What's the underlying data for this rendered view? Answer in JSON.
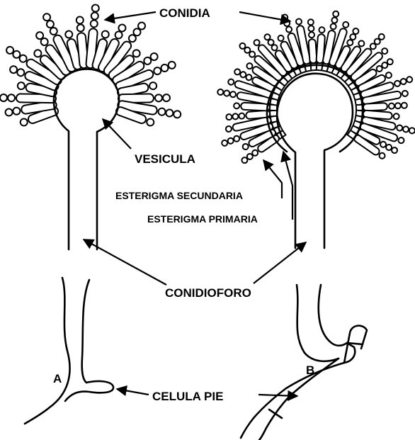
{
  "labels": {
    "conidia": "CONIDIA",
    "vesicula": "VESICULA",
    "esterigma_secundaria": "ESTERIGMA SECUNDARIA",
    "esterigma_primaria": "ESTERIGMA PRIMARIA",
    "conidioforo": "CONIDIOFORO",
    "celula_pie": "CELULA PIE",
    "letter_a": "A",
    "letter_b": "B"
  },
  "colors": {
    "ink": "#000000",
    "paper": "#ffffff"
  }
}
